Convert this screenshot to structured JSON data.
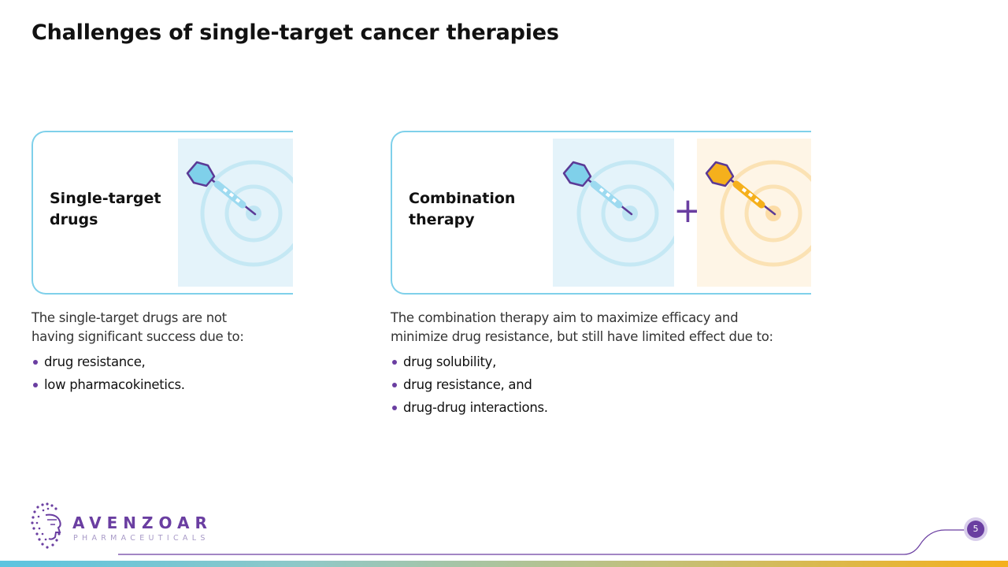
{
  "title": "Challenges of single-target cancer therapies",
  "single": {
    "label_line1": "Single-target",
    "label_line2": "drugs",
    "desc_line1": "The single-target drugs are not",
    "desc_line2": "having significant success due to:",
    "bullets": [
      "drug resistance,",
      "low pharmacokinetics."
    ]
  },
  "combination": {
    "label_line1": "Combination",
    "label_line2": "therapy",
    "plus": "+",
    "desc_line1": "The combination therapy aim to maximize efficacy and",
    "desc_line2": "minimize drug resistance, but still have limited effect due to:",
    "bullets": [
      "drug solubility,",
      "drug resistance, and",
      "drug-drug interactions."
    ]
  },
  "logo": {
    "name": "AVENZOAR",
    "subtitle": "PHARMACEUTICALS"
  },
  "page_number": "5",
  "colors": {
    "accent_purple": "#6a3ea1",
    "card_border": "#7fd0ea",
    "panel_blue": "#e4f3fa",
    "panel_orange": "#fef5e6",
    "dart_blue": "#7fd0ea",
    "dart_orange": "#f5b01c"
  },
  "icons": [
    "dart-target-blue-icon",
    "dart-target-orange-icon",
    "avenzoar-logo-icon"
  ]
}
